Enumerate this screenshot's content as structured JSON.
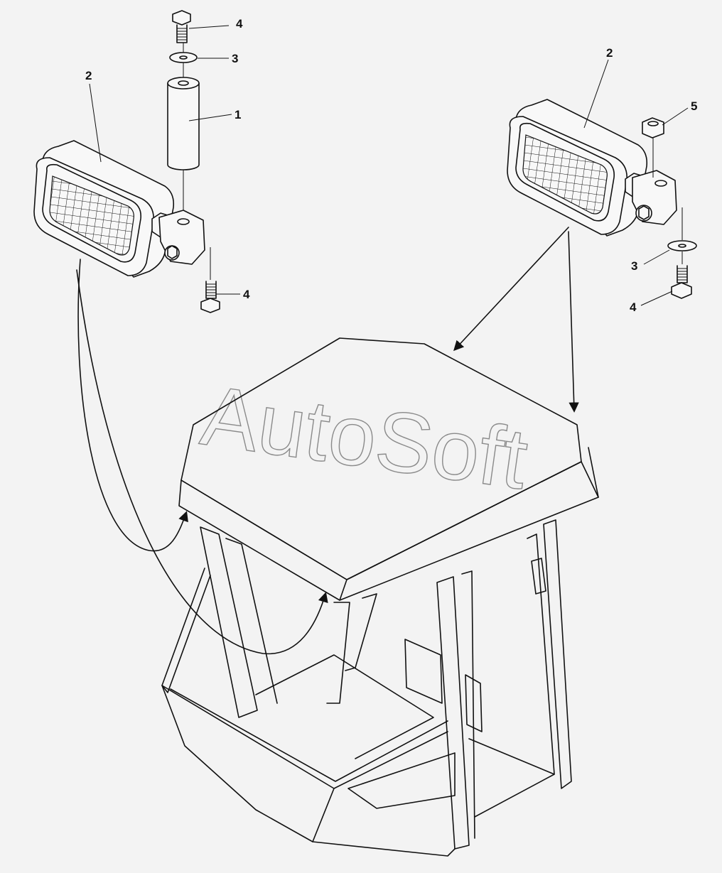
{
  "watermark": "AutoSoft",
  "callouts": {
    "left": {
      "bolt_top": "4",
      "washer_top": "3",
      "spacer": "1",
      "lamp": "2",
      "bolt_bottom": "4"
    },
    "right": {
      "lamp": "2",
      "nut": "5",
      "washer": "3",
      "bolt": "4"
    }
  }
}
